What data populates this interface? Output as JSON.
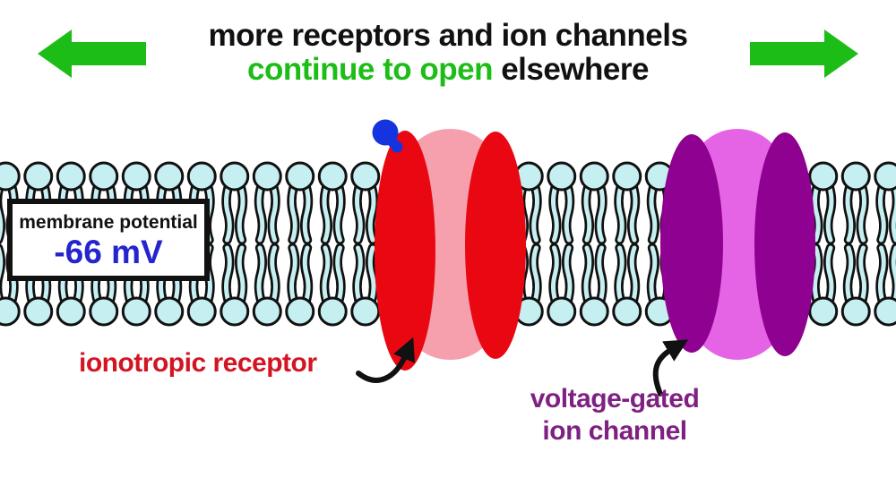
{
  "header": {
    "line1": "more receptors and ion channels",
    "line2_highlight": "continue to open",
    "line2_rest": "elsewhere"
  },
  "membrane_box": {
    "title": "membrane potential",
    "value": "-66 mV"
  },
  "labels": {
    "ionotropic": "ionotropic receptor",
    "voltage_line1": "voltage-gated",
    "voltage_line2": "ion channel"
  },
  "icons": {
    "left_arrow": "green-left-arrow",
    "right_arrow": "green-right-arrow",
    "receptor_pointer": "curved-black-arrow",
    "channel_pointer": "curved-black-arrow"
  },
  "colors": {
    "arrow_green": "#1dbd17",
    "highlight_green": "#1dbd17",
    "text_black": "#111111",
    "potential_blue": "#2525cd",
    "ligand_blue": "#1633e0",
    "lipid_fill": "#c6eff2",
    "lipid_outline": "#111111",
    "receptor_red": "#e90712",
    "receptor_pore_pink": "#f5a0ac",
    "channel_purple": "#8f0190",
    "channel_pore_magenta": "#e564e5",
    "label_red": "#d31423",
    "label_purple": "#7e2182"
  }
}
